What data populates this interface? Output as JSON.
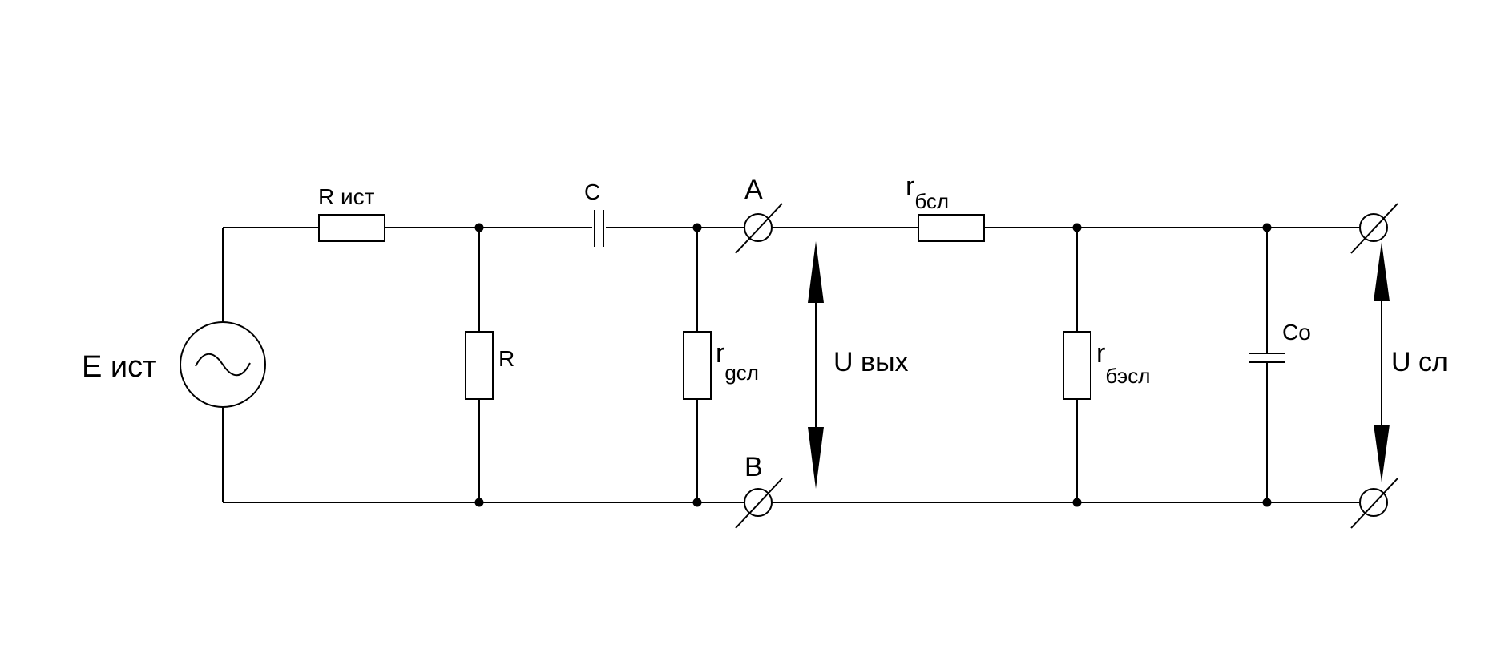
{
  "labels": {
    "source": "E ист",
    "r_source": "R ист",
    "r": "R",
    "cap": "C",
    "term_a": "A",
    "term_b": "B",
    "rg_main": "r",
    "rg_sub": "gсл",
    "u_out": "U вых",
    "rb_main": "r",
    "rb_sub": "бсл",
    "rbe_main": "r",
    "rbe_sub": "бэсл",
    "co": "Co",
    "u_load": "U сл"
  }
}
